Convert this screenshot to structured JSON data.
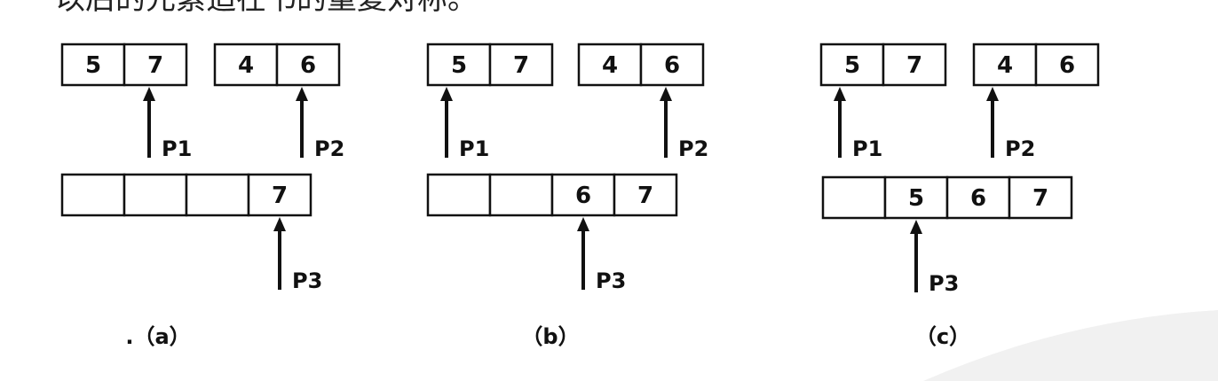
{
  "top_text": "以后的元素追在书的重复对称。",
  "panels": [
    {
      "caption": ".（a）",
      "array1": [
        "5",
        "7"
      ],
      "array2": [
        "4",
        "6"
      ],
      "array3": [
        "",
        "",
        "",
        "7"
      ],
      "pointers": [
        {
          "label": "P1",
          "array": "array1",
          "index": 1
        },
        {
          "label": "P2",
          "array": "array2",
          "index": 1
        },
        {
          "label": "P3",
          "array": "array3",
          "index": 3
        }
      ]
    },
    {
      "caption": "（b）",
      "array1": [
        "5",
        "7"
      ],
      "array2": [
        "4",
        "6"
      ],
      "array3": [
        "",
        "",
        "6",
        "7"
      ],
      "pointers": [
        {
          "label": "P1",
          "array": "array1",
          "index": 0
        },
        {
          "label": "P2",
          "array": "array2",
          "index": 1
        },
        {
          "label": "P3",
          "array": "array3",
          "index": 2
        }
      ]
    },
    {
      "caption": "（c）",
      "array1": [
        "5",
        "7"
      ],
      "array2": [
        "4",
        "6"
      ],
      "array3": [
        "",
        "5",
        "6",
        "7"
      ],
      "pointers": [
        {
          "label": "P1",
          "array": "array1",
          "index": 0
        },
        {
          "label": "P2",
          "array": "array2",
          "index": 0
        },
        {
          "label": "P3",
          "array": "array3",
          "index": 1
        }
      ]
    }
  ]
}
